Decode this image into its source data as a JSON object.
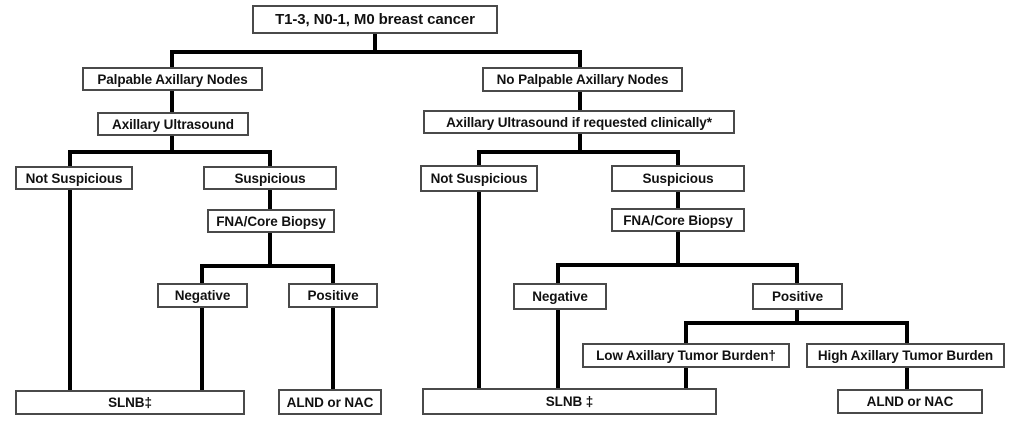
{
  "diagram": {
    "root": "T1-3, N0-1, M0 breast cancer",
    "left": {
      "palpable": "Palpable Axillary Nodes",
      "ultrasound": "Axillary Ultrasound",
      "not_suspicious": "Not Suspicious",
      "suspicious": "Suspicious",
      "biopsy": "FNA/Core Biopsy",
      "negative": "Negative",
      "positive": "Positive",
      "slnb": "SLNB‡",
      "alnd": "ALND or NAC"
    },
    "right": {
      "no_palpable": "No Palpable Axillary Nodes",
      "ultrasound": "Axillary Ultrasound if requested clinically*",
      "not_suspicious": "Not Suspicious",
      "suspicious": "Suspicious",
      "biopsy": "FNA/Core Biopsy",
      "negative": "Negative",
      "positive": "Positive",
      "low_burden": "Low Axillary Tumor Burden†",
      "high_burden": "High Axillary Tumor Burden",
      "slnb": "SLNB ‡",
      "alnd": "ALND or NAC"
    }
  }
}
